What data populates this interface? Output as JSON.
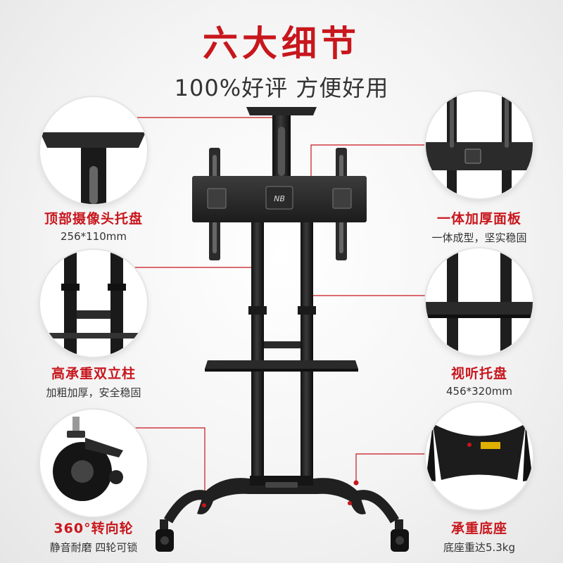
{
  "header": {
    "title": "六大细节",
    "subtitle": "100%好评 方便好用"
  },
  "colors": {
    "accent": "#c8161d",
    "product": "#1f1f1f",
    "text": "#333333"
  },
  "features": [
    {
      "title": "顶部摄像头托盘",
      "subtitle": "256*110mm"
    },
    {
      "title": "一体加厚面板",
      "subtitle": "一体成型，坚实稳固"
    },
    {
      "title": "高承重双立柱",
      "subtitle": "加粗加厚，安全稳固"
    },
    {
      "title": "视听托盘",
      "subtitle": "456*320mm"
    },
    {
      "title": "360°转向轮",
      "subtitle": "静音耐磨  四轮可锁"
    },
    {
      "title": "承重底座",
      "subtitle": "底座重达5.3kg"
    }
  ],
  "product_marks": {
    "panel_logo": "NB"
  }
}
